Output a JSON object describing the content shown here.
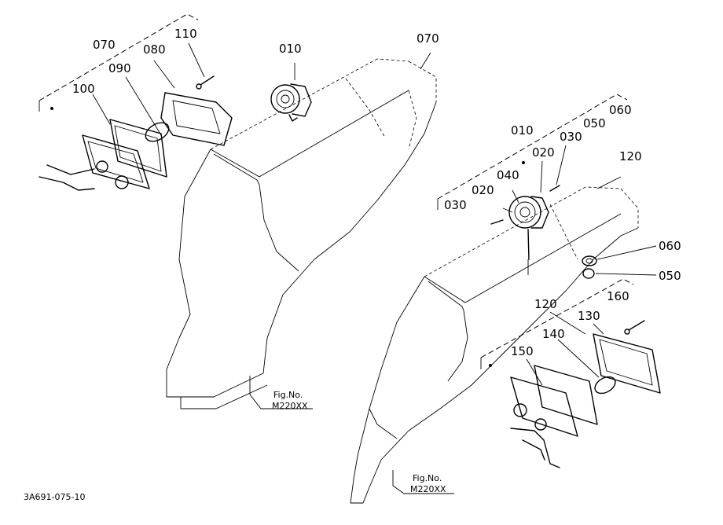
{
  "labels": {
    "l070a": "070",
    "l110": "110",
    "l080": "080",
    "l090": "090",
    "l100": "100",
    "l010a": "010",
    "l070b": "070",
    "l060a": "060",
    "l050a": "050",
    "l010b": "010",
    "l020a": "020",
    "l030a": "030",
    "l120a": "120",
    "l040": "040",
    "l020b": "020",
    "l030b": "030",
    "l060b": "060",
    "l050b": "050",
    "l120b": "120",
    "l160": "160",
    "l130": "130",
    "l140": "140",
    "l150": "150"
  },
  "fig_left": {
    "fig": "Fig.No.",
    "num": "M220XX"
  },
  "fig_right": {
    "fig": "Fig.No.",
    "num": "M220XX"
  },
  "drawing_code": "3A691-075-10"
}
